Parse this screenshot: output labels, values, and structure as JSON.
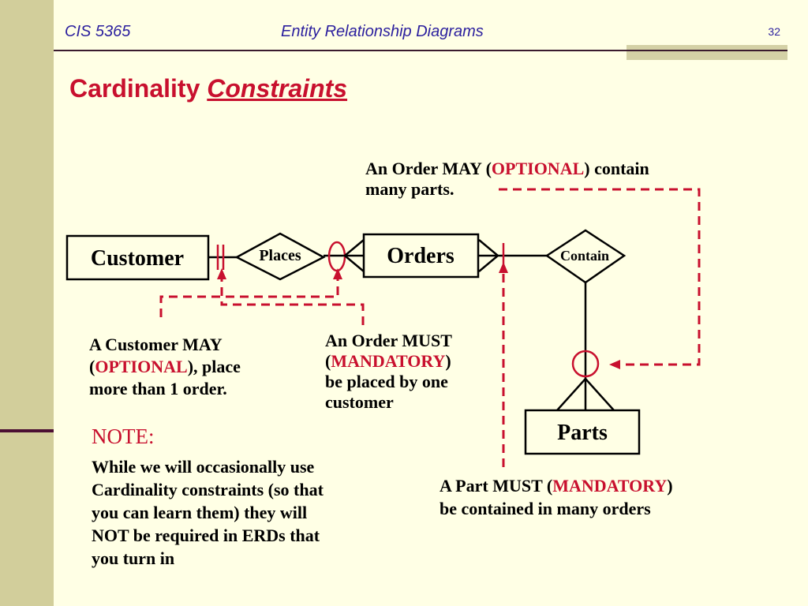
{
  "header": {
    "course": "CIS 5365",
    "topic": "Entity Relationship Diagrams",
    "slide_number": "32"
  },
  "title": {
    "main": "Cardinality",
    "emphasis": "Constraints"
  },
  "diagram": {
    "entities": {
      "customer": "Customer",
      "orders": "Orders",
      "parts": "Parts"
    },
    "relationships": {
      "places": "Places",
      "contain": "Contain"
    }
  },
  "annotations": {
    "order_parts": {
      "pre": "An Order MAY (",
      "keyword": "OPTIONAL",
      "post": ") contain",
      "line2": "many parts."
    },
    "customer": {
      "line1": "A Customer MAY",
      "pre": "(",
      "keyword": "OPTIONAL",
      "post": "), place",
      "line3": "more than 1 order."
    },
    "order_must": {
      "line1": "An Order MUST",
      "pre": "(",
      "keyword": "MANDATORY",
      "post": ")",
      "line3": "be placed by one",
      "line4": "customer"
    },
    "part_must": {
      "pre": "A Part MUST (",
      "keyword": "MANDATORY",
      "post": ")",
      "line2": "be contained in many orders"
    }
  },
  "note": {
    "heading": "NOTE:",
    "lines": [
      "While we will occasionally use",
      "Cardinality constraints (so that",
      "you can learn them) they will",
      "NOT be required in ERDs that",
      "you turn in"
    ]
  },
  "colors": {
    "sidebar": "#D2CE9B",
    "background": "#FFFFE5",
    "accent_red": "#C8102E",
    "header_text": "#2B1F9E"
  }
}
